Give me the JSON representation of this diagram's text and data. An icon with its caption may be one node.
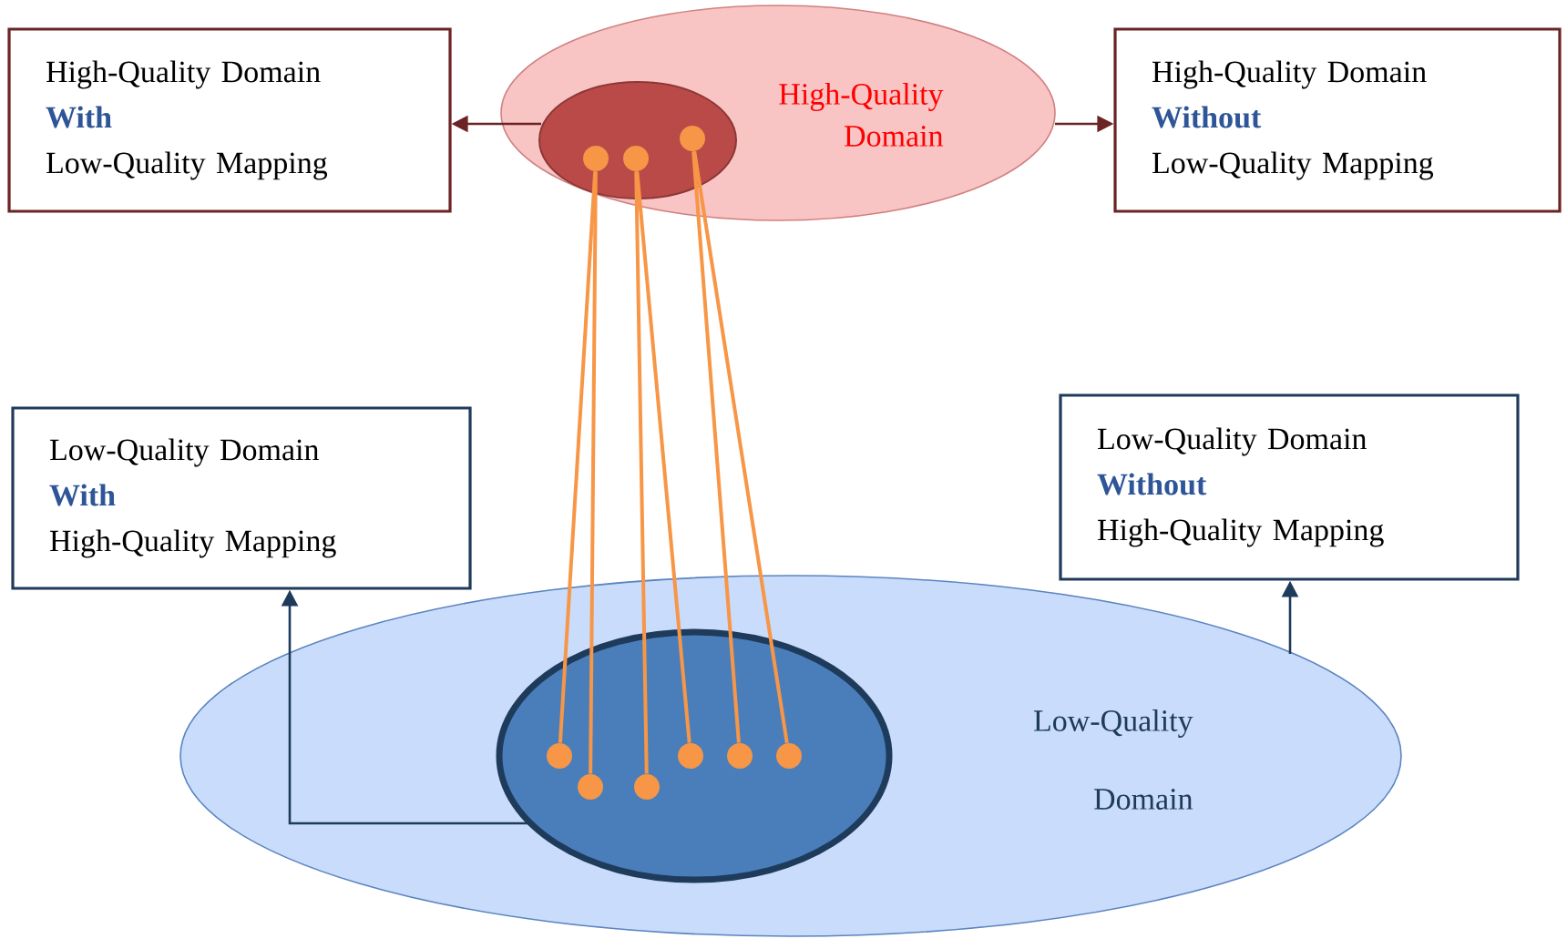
{
  "diagram": {
    "nodes": [
      {
        "text": [
          "High-Quality Domain",
          "With",
          "Low-Quality Mapping"
        ]
      },
      {
        "text": [
          "High-Quality Domain"
        ]
      },
      {
        "text": [],
        "shape": "ellipse",
        "in": 1
      },
      {
        "text": [
          "High-Quality Domain",
          "Without",
          "Low-Quality Mapping"
        ]
      },
      {
        "text": [
          "Low-Quality Domain",
          "With",
          "High-Quality Mapping"
        ]
      },
      {
        "text": [
          "Low-Quality Domain",
          "Without",
          "High-Quality Mapping"
        ]
      },
      {
        "text": [
          "Low-Quality Domain"
        ]
      },
      {
        "text": [],
        "shape": "ellipse",
        "in": 6
      },
      {
        "text": [],
        "shape": "circle",
        "in": 2
      },
      {
        "text": [],
        "shape": "circle",
        "in": 2
      },
      {
        "text": [],
        "shape": "circle",
        "in": 2
      },
      {
        "text": [],
        "shape": "circle",
        "in": 7
      },
      {
        "text": [],
        "shape": "circle",
        "in": 7
      },
      {
        "text": [],
        "shape": "circle",
        "in": 7
      },
      {
        "text": [],
        "shape": "circle",
        "in": 7
      },
      {
        "text": [],
        "shape": "circle",
        "in": 7
      },
      {
        "text": [],
        "shape": "circle",
        "in": 7
      }
    ],
    "edges": [
      {
        "from": 2,
        "to": 0,
        "arrow": "to",
        "color": "#6b2324"
      },
      {
        "from": 1,
        "to": 3,
        "arrow": "to",
        "color": "#6b2324"
      },
      {
        "from": 7,
        "to": 4,
        "arrow": "to",
        "color": "#1f3b5c"
      },
      {
        "from": 6,
        "to": 5,
        "arrow": "to",
        "color": "#1f3b5c"
      },
      {
        "from": 8,
        "to": 11,
        "arrow": "none",
        "color": "#f79646"
      },
      {
        "from": 8,
        "to": 12,
        "arrow": "none",
        "color": "#f79646"
      },
      {
        "from": 9,
        "to": 13,
        "arrow": "none",
        "color": "#f79646"
      },
      {
        "from": 9,
        "to": 14,
        "arrow": "none",
        "color": "#f79646"
      },
      {
        "from": 10,
        "to": 15,
        "arrow": "none",
        "color": "#f79646"
      },
      {
        "from": 10,
        "to": 16,
        "arrow": "none",
        "color": "#f79646"
      }
    ]
  }
}
